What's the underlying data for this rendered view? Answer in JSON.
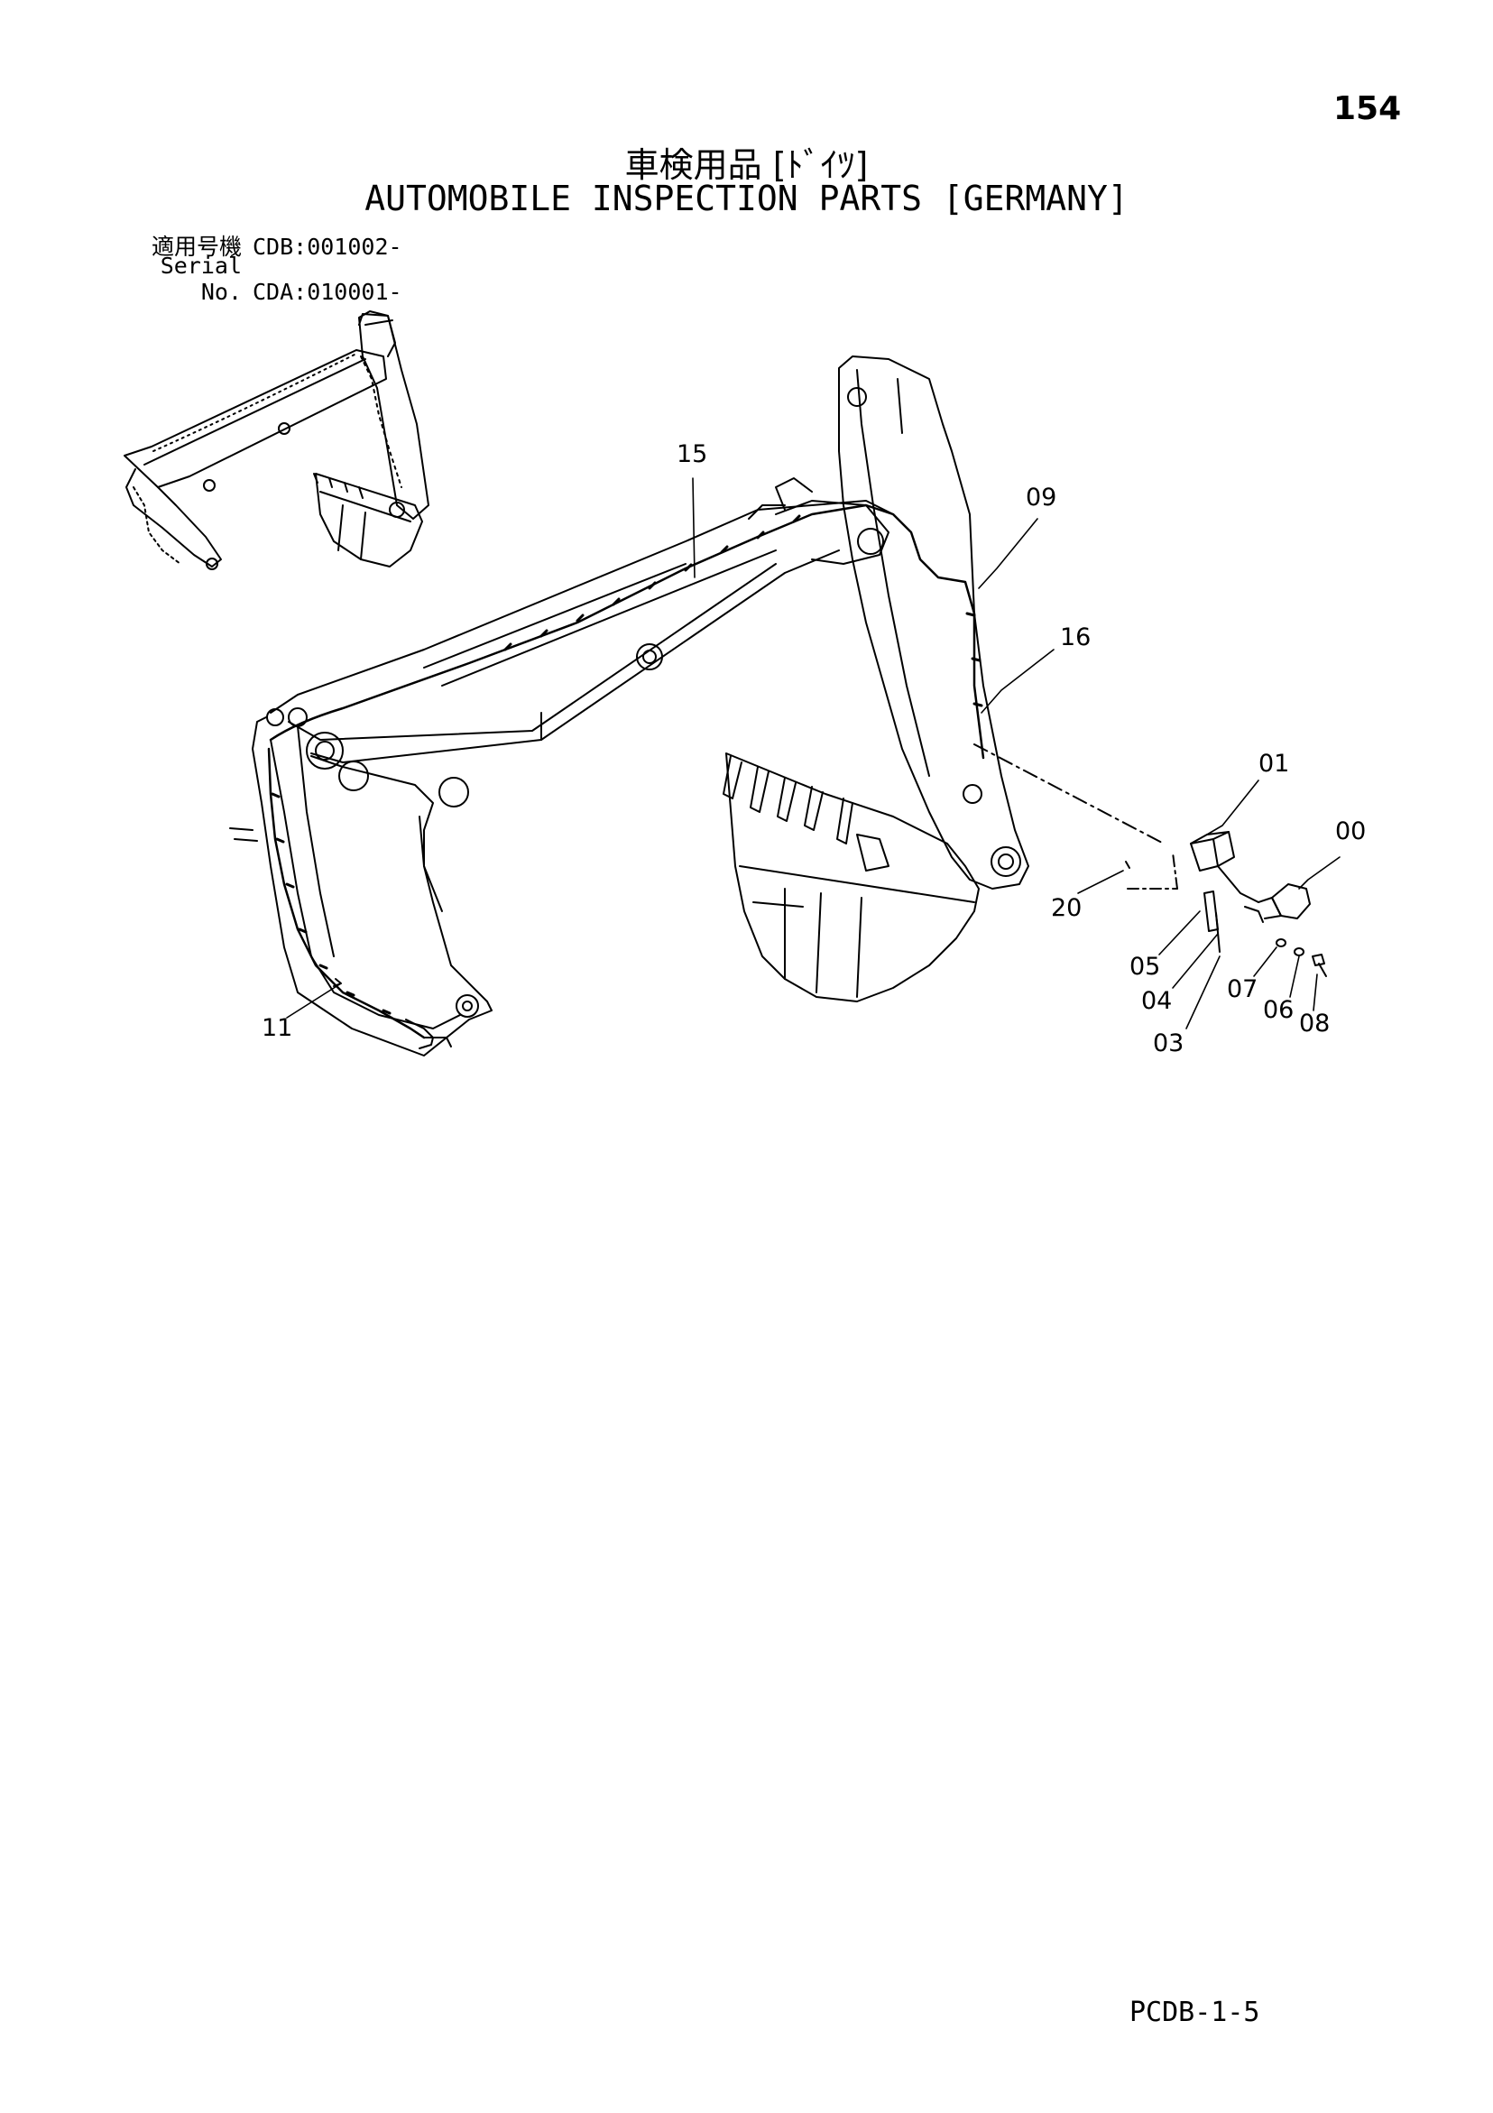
{
  "page": {
    "page_number": "154",
    "title_jp": "車検用品 [ﾄﾞｲﾂ]",
    "title_en": "AUTOMOBILE INSPECTION PARTS [GERMANY]",
    "serial": [
      {
        "label": "適用号機",
        "value": "CDB:001002-"
      },
      {
        "label": "Serial No.",
        "value": "CDA:010001-"
      }
    ],
    "footer_code": "PCDB-1-5"
  },
  "callouts": {
    "c15": "15",
    "c09": "09",
    "c16": "16",
    "c01": "01",
    "c00": "00",
    "c20": "20",
    "c05": "05",
    "c04": "04",
    "c07": "07",
    "c06": "06",
    "c08": "08",
    "c03": "03",
    "c11": "11"
  },
  "colors": {
    "ink": "#000000",
    "paper": "#ffffff"
  }
}
